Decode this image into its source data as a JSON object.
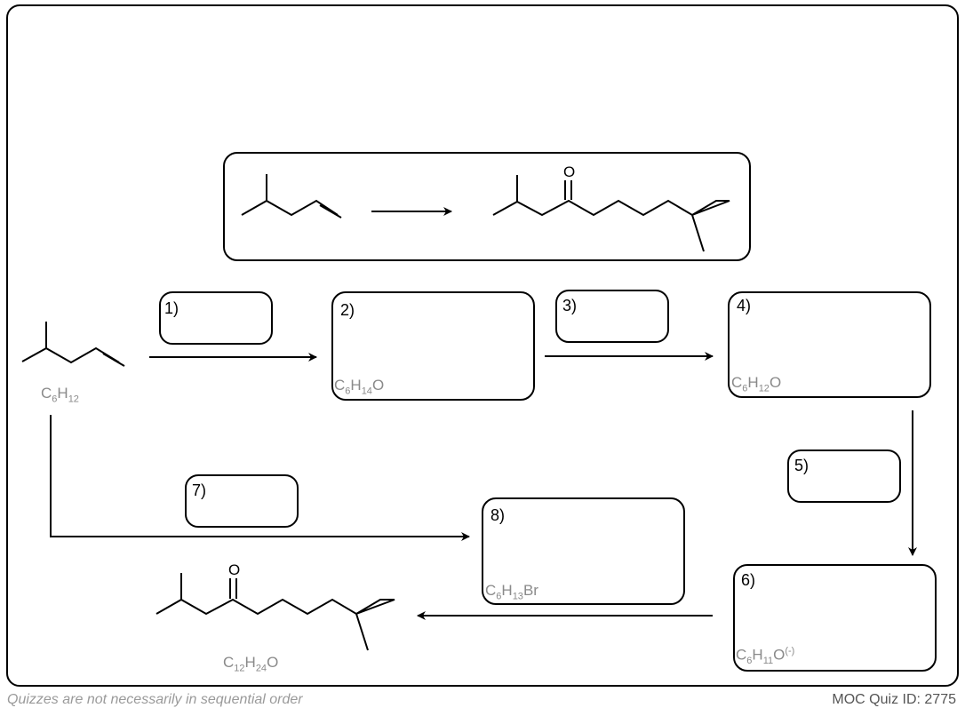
{
  "steps": {
    "s1": "1)",
    "s2": "2)",
    "s3": "3)",
    "s4": "4)",
    "s5": "5)",
    "s6": "6)",
    "s7": "7)",
    "s8": "8)"
  },
  "formulas": {
    "start": {
      "el1": "C",
      "n1": "6",
      "el2": "H",
      "n2": "12"
    },
    "box2": {
      "el1": "C",
      "n1": "6",
      "el2": "H",
      "n2": "14",
      "el3": "O"
    },
    "box4": {
      "el1": "C",
      "n1": "6",
      "el2": "H",
      "n2": "12",
      "el3": "O"
    },
    "box6": {
      "el1": "C",
      "n1": "6",
      "el2": "H",
      "n2": "11",
      "el3": "O",
      "charge": "(-)"
    },
    "box8": {
      "el1": "C",
      "n1": "6",
      "el2": "H",
      "n2": "13",
      "el3": "Br"
    },
    "product": {
      "el1": "C",
      "n1": "12",
      "el2": "H",
      "n2": "24",
      "el3": "O"
    }
  },
  "atoms": {
    "oxygen": "O"
  },
  "footer": {
    "note": "Quizzes are not necessarily in sequential order",
    "quiz_id": "MOC Quiz ID: 2775"
  }
}
